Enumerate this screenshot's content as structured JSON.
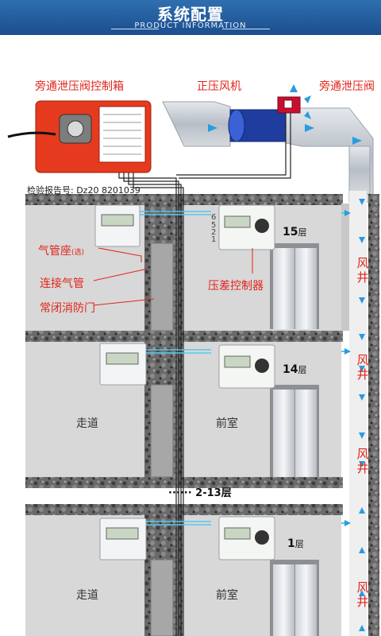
{
  "header": {
    "title": "系统配置",
    "subtitle": "PRODUCT INFORMATION"
  },
  "labels": {
    "bypass_box": "旁通泄压阀控制箱",
    "fan": "正压风机",
    "bypass_valve": "旁通泄压阀",
    "report_no": "检验报告号: Dz20 8201039",
    "air_pipe_seat": "气管座",
    "air_pipe_seat_opt": "(选)",
    "air_pipe": "连接气管",
    "fire_door": "常闭消防门",
    "pressure_ctrl": "压差控制器",
    "floor_15": "15",
    "floor_14": "14",
    "floor_1": "1",
    "floor_unit": "层",
    "corridor": "走道",
    "anteroom": "前室",
    "floors_mid": "······ 2-13层",
    "shaft_feng": "风",
    "shaft_jing": "井",
    "pipe_1": "1",
    "pipe_2": "2",
    "pipe_5": "5",
    "pipe_6": "6"
  },
  "colors": {
    "header": "#1b4e8e",
    "accent_red": "#e0241b",
    "arrow_blue": "#2a9be0",
    "wall": "#d8d8d8",
    "rock": "#555555"
  },
  "icons": [
    "arrow-down-icon",
    "arrow-up-icon",
    "arrow-right-icon",
    "elevator-door-icon"
  ]
}
